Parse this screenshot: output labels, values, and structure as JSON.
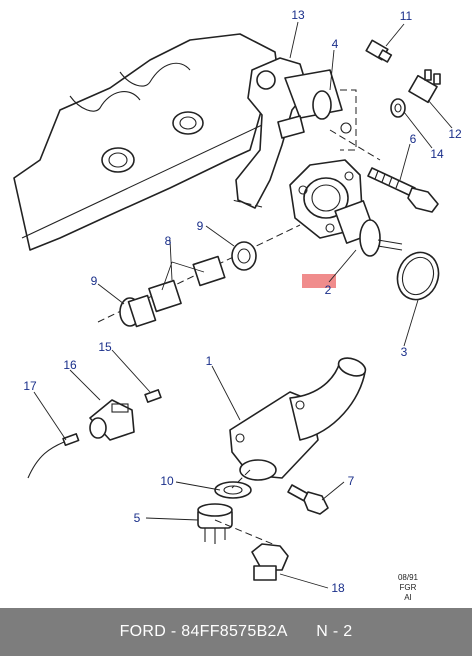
{
  "diagram": {
    "callouts": [
      {
        "id": "c1",
        "label": "1"
      },
      {
        "id": "c2",
        "label": "2"
      },
      {
        "id": "c3",
        "label": "3"
      },
      {
        "id": "c4",
        "label": "4"
      },
      {
        "id": "c5",
        "label": "5"
      },
      {
        "id": "c6",
        "label": "6"
      },
      {
        "id": "c7",
        "label": "7"
      },
      {
        "id": "c8",
        "label": "8"
      },
      {
        "id": "c9a",
        "label": "9"
      },
      {
        "id": "c9b",
        "label": "9"
      },
      {
        "id": "c10",
        "label": "10"
      },
      {
        "id": "c11",
        "label": "11"
      },
      {
        "id": "c12",
        "label": "12"
      },
      {
        "id": "c13",
        "label": "13"
      },
      {
        "id": "c14",
        "label": "14"
      },
      {
        "id": "c15",
        "label": "15"
      },
      {
        "id": "c16",
        "label": "16"
      },
      {
        "id": "c17",
        "label": "17"
      },
      {
        "id": "c18",
        "label": "18"
      }
    ],
    "stamp": [
      "08/91",
      "FGR",
      "AI"
    ],
    "highlight_color": "#f08c8c"
  },
  "footer": {
    "brand_part": "FORD - 84FF8575B2A",
    "position": "N - 2"
  }
}
